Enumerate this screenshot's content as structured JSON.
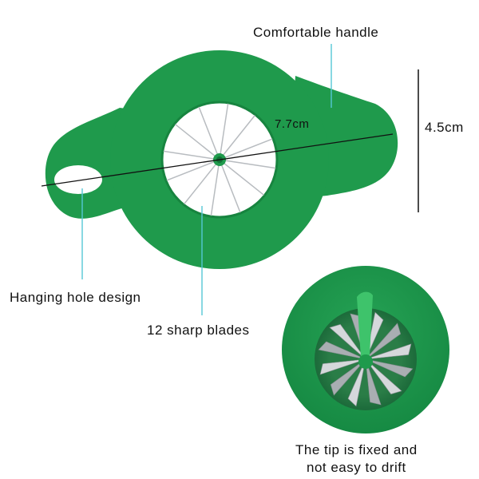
{
  "annotations": {
    "handle": "Comfortable handle",
    "height": "4.5cm",
    "width": "7.7cm",
    "hole": "Hanging hole design",
    "blades": "12 sharp blades",
    "tip_line1": "The tip is fixed and",
    "tip_line2": "not easy to drift"
  },
  "colors": {
    "body_green": "#1f9a4c",
    "body_green_dark": "#168040",
    "blade_steel": "#c9cccf",
    "leader_line": "#55c7d6"
  },
  "blade_count": 12
}
